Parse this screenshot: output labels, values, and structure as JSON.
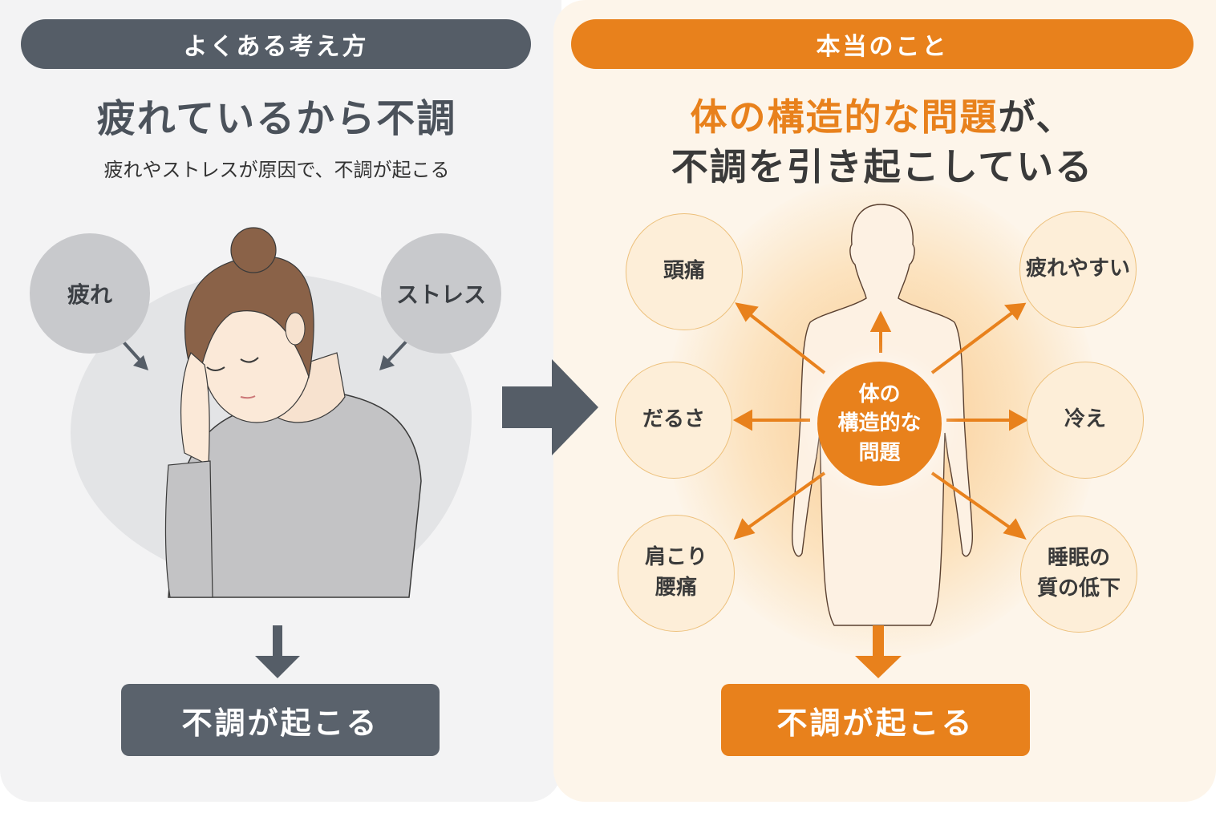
{
  "left_panel": {
    "pill_label": "よくある考え方",
    "heading": "疲れているから不調",
    "subheading": "疲れやストレスが原因で、不調が起こる",
    "causes": [
      "疲れ",
      "ストレス"
    ],
    "illustration": "woman-with-headache",
    "result": "不調が起こる",
    "color": "#555d67"
  },
  "transition_arrow": "right-arrow-icon",
  "right_panel": {
    "pill_label": "本当のこと",
    "heading_line1_accent": "体の構造的な問題",
    "heading_line1_rest": "が、",
    "heading_line2": "不調を引き起こしている",
    "core": [
      "体の",
      "構造的な",
      "問題"
    ],
    "symptoms": [
      {
        "id": "headache",
        "lines": [
          "頭痛"
        ]
      },
      {
        "id": "fatigue",
        "lines": [
          "疲れやすい"
        ]
      },
      {
        "id": "sluggish",
        "lines": [
          "だるさ"
        ]
      },
      {
        "id": "cold",
        "lines": [
          "冷え"
        ]
      },
      {
        "id": "stiff-back",
        "lines": [
          "肩こり",
          "腰痛"
        ]
      },
      {
        "id": "sleep",
        "lines": [
          "睡眠の",
          "質の低下"
        ]
      }
    ],
    "result": "不調が起こる",
    "color": "#e8811c"
  }
}
